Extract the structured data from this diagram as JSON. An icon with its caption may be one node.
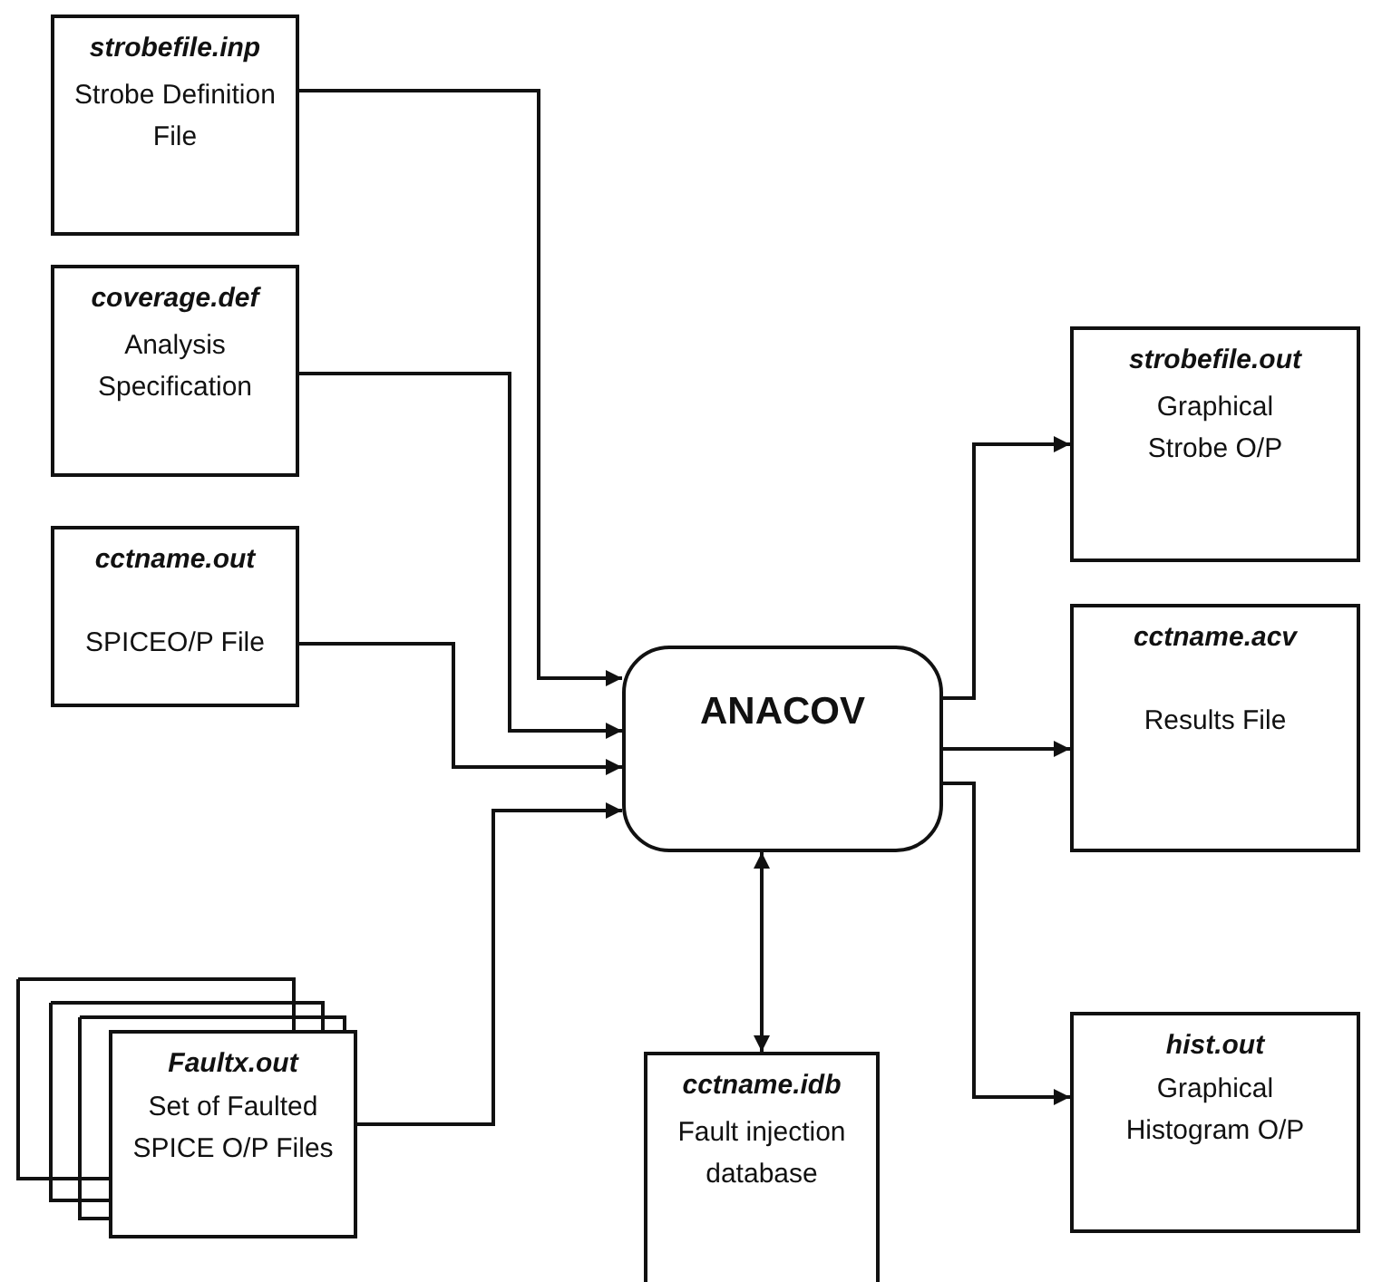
{
  "diagram": {
    "nodes": [
      {
        "text": [
          "strobefile.inp",
          "Strobe Definition File"
        ]
      },
      {
        "text": [
          "coverage.def",
          "Analysis Specification"
        ]
      },
      {
        "text": [
          "cctname.out",
          "SPICEO/P File"
        ]
      },
      {
        "text": [
          "Faultx.out",
          "Set of Faulted SPICE O/P Files"
        ]
      },
      {
        "text": [
          "ANACOV"
        ]
      },
      {
        "text": [
          "cctname.idb",
          "Fault injection database"
        ]
      },
      {
        "text": [
          "strobefile.out",
          "Graphical Strobe O/P"
        ]
      },
      {
        "text": [
          "cctname.acv",
          "Results File"
        ]
      },
      {
        "text": [
          "hist.out",
          "Graphical Histogram O/P"
        ]
      }
    ],
    "edges": [
      {
        "from": 0,
        "to": 4,
        "arrow": "to"
      },
      {
        "from": 1,
        "to": 4,
        "arrow": "to"
      },
      {
        "from": 2,
        "to": 4,
        "arrow": "to"
      },
      {
        "from": 3,
        "to": 4,
        "arrow": "to"
      },
      {
        "from": 4,
        "to": 5,
        "arrow": "both"
      },
      {
        "from": 4,
        "to": 6,
        "arrow": "to"
      },
      {
        "from": 4,
        "to": 7,
        "arrow": "to"
      },
      {
        "from": 4,
        "to": 8,
        "arrow": "to"
      }
    ]
  }
}
